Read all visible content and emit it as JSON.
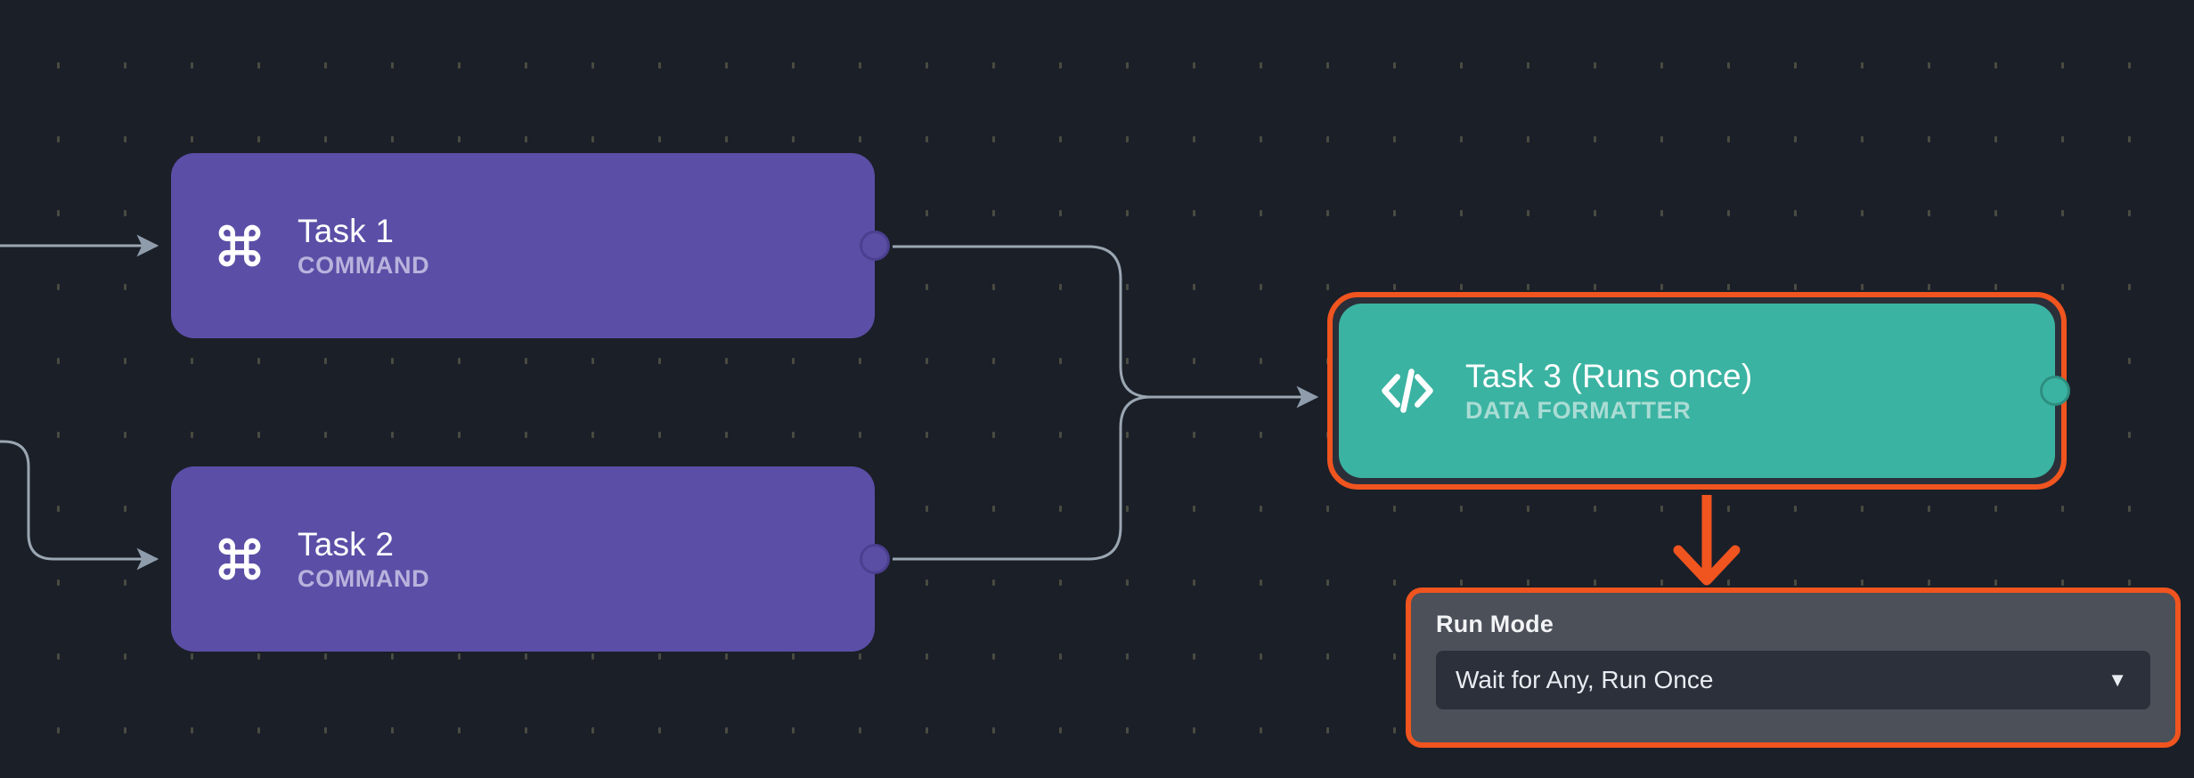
{
  "canvas": {
    "background_color": "#1b1f28",
    "grid_dot_color": "#4a4b41",
    "edge_color": "#9aa6b2",
    "highlight_color": "#f0541f"
  },
  "nodes": [
    {
      "id": "task1",
      "title": "Task 1",
      "subtitle": "COMMAND",
      "icon": "command-icon",
      "color": "#5b4ea6",
      "selected": false
    },
    {
      "id": "task2",
      "title": "Task 2",
      "subtitle": "COMMAND",
      "icon": "command-icon",
      "color": "#5b4ea6",
      "selected": false
    },
    {
      "id": "task3",
      "title": "Task 3 (Runs once)",
      "subtitle": "DATA FORMATTER",
      "icon": "code-brackets-icon",
      "color": "#3bb3a2",
      "selected": true
    }
  ],
  "run_mode_panel": {
    "label": "Run Mode",
    "select": {
      "value": "Wait for Any, Run Once",
      "chevron": "▼"
    }
  }
}
